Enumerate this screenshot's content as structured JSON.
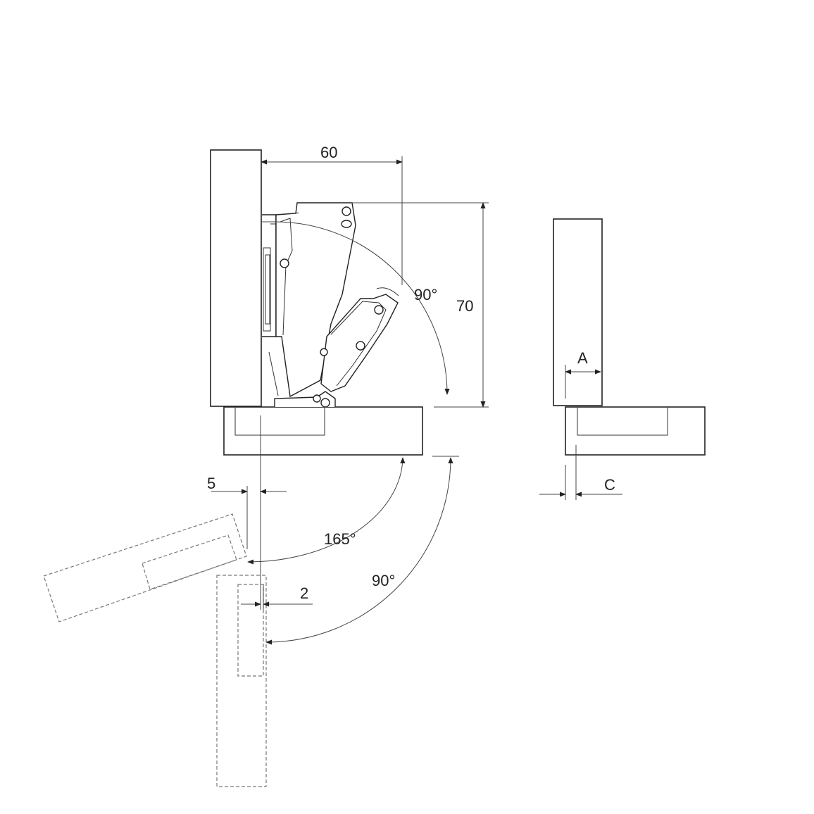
{
  "labels": {
    "width_60": "60",
    "height_70": "70",
    "angle_top": "90°",
    "angle_165": "165°",
    "angle_90": "90°",
    "offset_5": "5",
    "offset_2": "2",
    "label_a": "A",
    "label_c": "C"
  },
  "colors": {
    "stroke": "#222222",
    "dashed": "#777777",
    "background": "#ffffff"
  }
}
